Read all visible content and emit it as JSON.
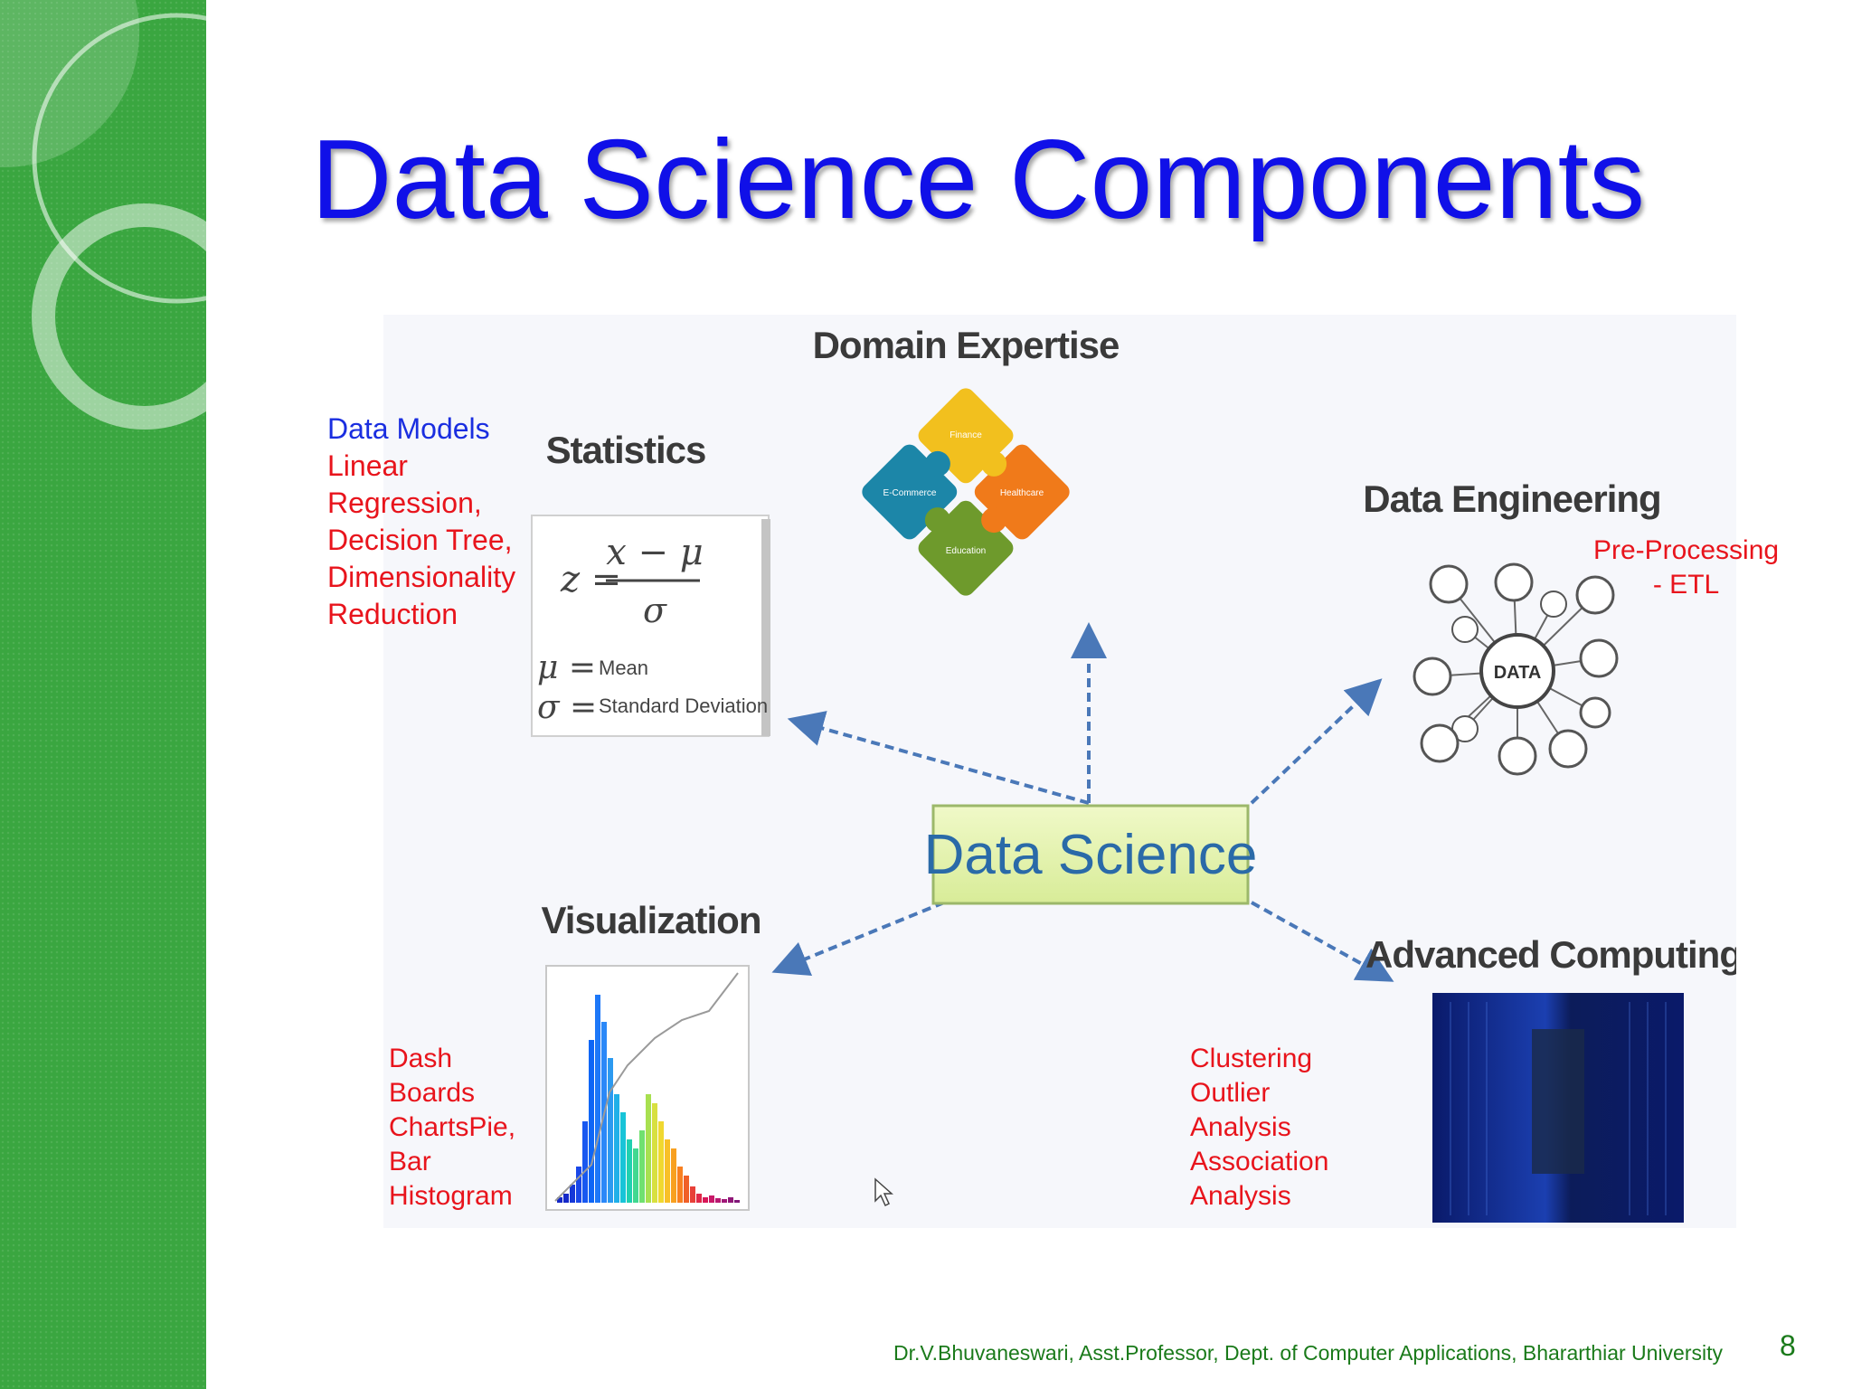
{
  "slide": {
    "title": "Data Science Components",
    "footer_credit": "Dr.V.Bhuvaneswari, Asst.Professor, Dept. of Computer Applications, Bhararthiar University",
    "slide_number": "8"
  },
  "diagram": {
    "center": "Data Science",
    "nodes": {
      "statistics": "Statistics",
      "domain_expertise": "Domain Expertise",
      "data_engineering": "Data Engineering",
      "visualization": "Visualization",
      "advanced_computing": "Advanced Computing"
    },
    "formula": {
      "lhs": "z =",
      "numerator": "x − μ",
      "denominator": "σ",
      "mu_symbol": "μ =",
      "mu_text": "Mean",
      "sigma_symbol": "σ =",
      "sigma_text": "Standard Deviation"
    },
    "puzzle_pieces": [
      "Finance",
      "E-Commerce",
      "Healthcare",
      "Education"
    ],
    "data_hub_label": "DATA"
  },
  "annotations": {
    "statistics": {
      "heading": "Data Models",
      "lines": [
        "Linear",
        "Regression,",
        "Decision Tree,",
        "Dimensionality",
        "Reduction"
      ]
    },
    "data_engineering": {
      "lines": [
        "Pre-Processing",
        "- ETL"
      ]
    },
    "visualization": {
      "lines": [
        "Dash",
        "Boards",
        "ChartsPie,",
        "Bar",
        "Histogram"
      ]
    },
    "advanced_computing": {
      "lines": [
        "Clustering",
        "Outlier",
        "Analysis",
        "Association",
        "Analysis"
      ]
    }
  },
  "colors": {
    "sidebar_green": "#3aa640",
    "title_blue": "#1010e8",
    "annotation_red": "#e8141c",
    "annotation_blue": "#1a2ee0",
    "footer_green": "#1a7a1a",
    "center_box_fill": "#e4f2a8",
    "arrow_blue": "#4a78b8"
  }
}
